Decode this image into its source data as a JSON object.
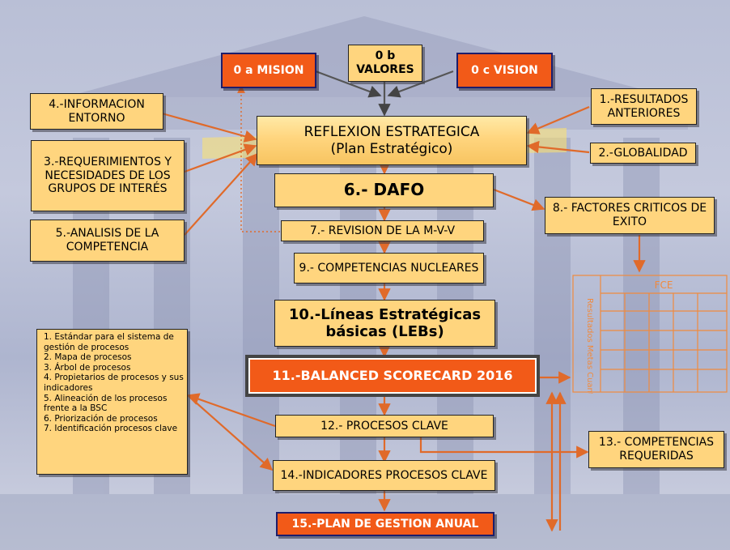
{
  "nodes": {
    "mision": "0 a MISION",
    "valores": "0 b VALORES",
    "vision": "0 c VISION",
    "info_entorno": "4.-INFORMACION ENTORNO",
    "resultados_anteriores": "1.-RESULTADOS ANTERIORES",
    "reflexion_line1": "REFLEXION ESTRATEGICA",
    "reflexion_line2": "(Plan Estratégico)",
    "requerimientos": "3.-REQUERIMIENTOS Y NECESIDADES DE LOS GRUPOS DE INTERÉS",
    "globalidad": "2.-GLOBALIDAD",
    "dafo": "6.- DAFO",
    "factores_criticos": "8.- FACTORES CRITICOS DE EXITO",
    "analisis_competencia": "5.-ANALISIS DE LA COMPETENCIA",
    "revision_mvv": "7.- REVISION DE LA M-V-V",
    "competencias_nucleares": "9.- COMPETENCIAS NUCLEARES",
    "lineas_line1": "10.-Líneas Estratégicas",
    "lineas_line2": "básicas (LEBs)",
    "balanced_scorecard": "11.-BALANCED SCORECARD 2016",
    "procesos_clave": "12.- PROCESOS CLAVE",
    "competencias_requeridas": "13.- COMPETENCIAS REQUERIDAS",
    "indicadores": "14.-INDICADORES PROCESOS CLAVE",
    "plan_gestion": "15.-PLAN DE GESTION ANUAL"
  },
  "fce_table": {
    "header": "FCE",
    "side_label": "Resultados Metas Cuantificadas"
  },
  "process_list": [
    "1. Estándar para el sistema de gestión de procesos",
    "2. Mapa de procesos",
    "3. Árbol de procesos",
    "4. Propietarios de procesos y sus indicadores",
    "5. Alineación de los procesos frente a la BSC",
    "6. Priorización de procesos",
    "7. Identificación procesos clave"
  ],
  "colors": {
    "box_fill": "#ffd57e",
    "accent_orange": "#f25a18",
    "arrow": "#e06a2a",
    "background": "#bcc2d8"
  }
}
